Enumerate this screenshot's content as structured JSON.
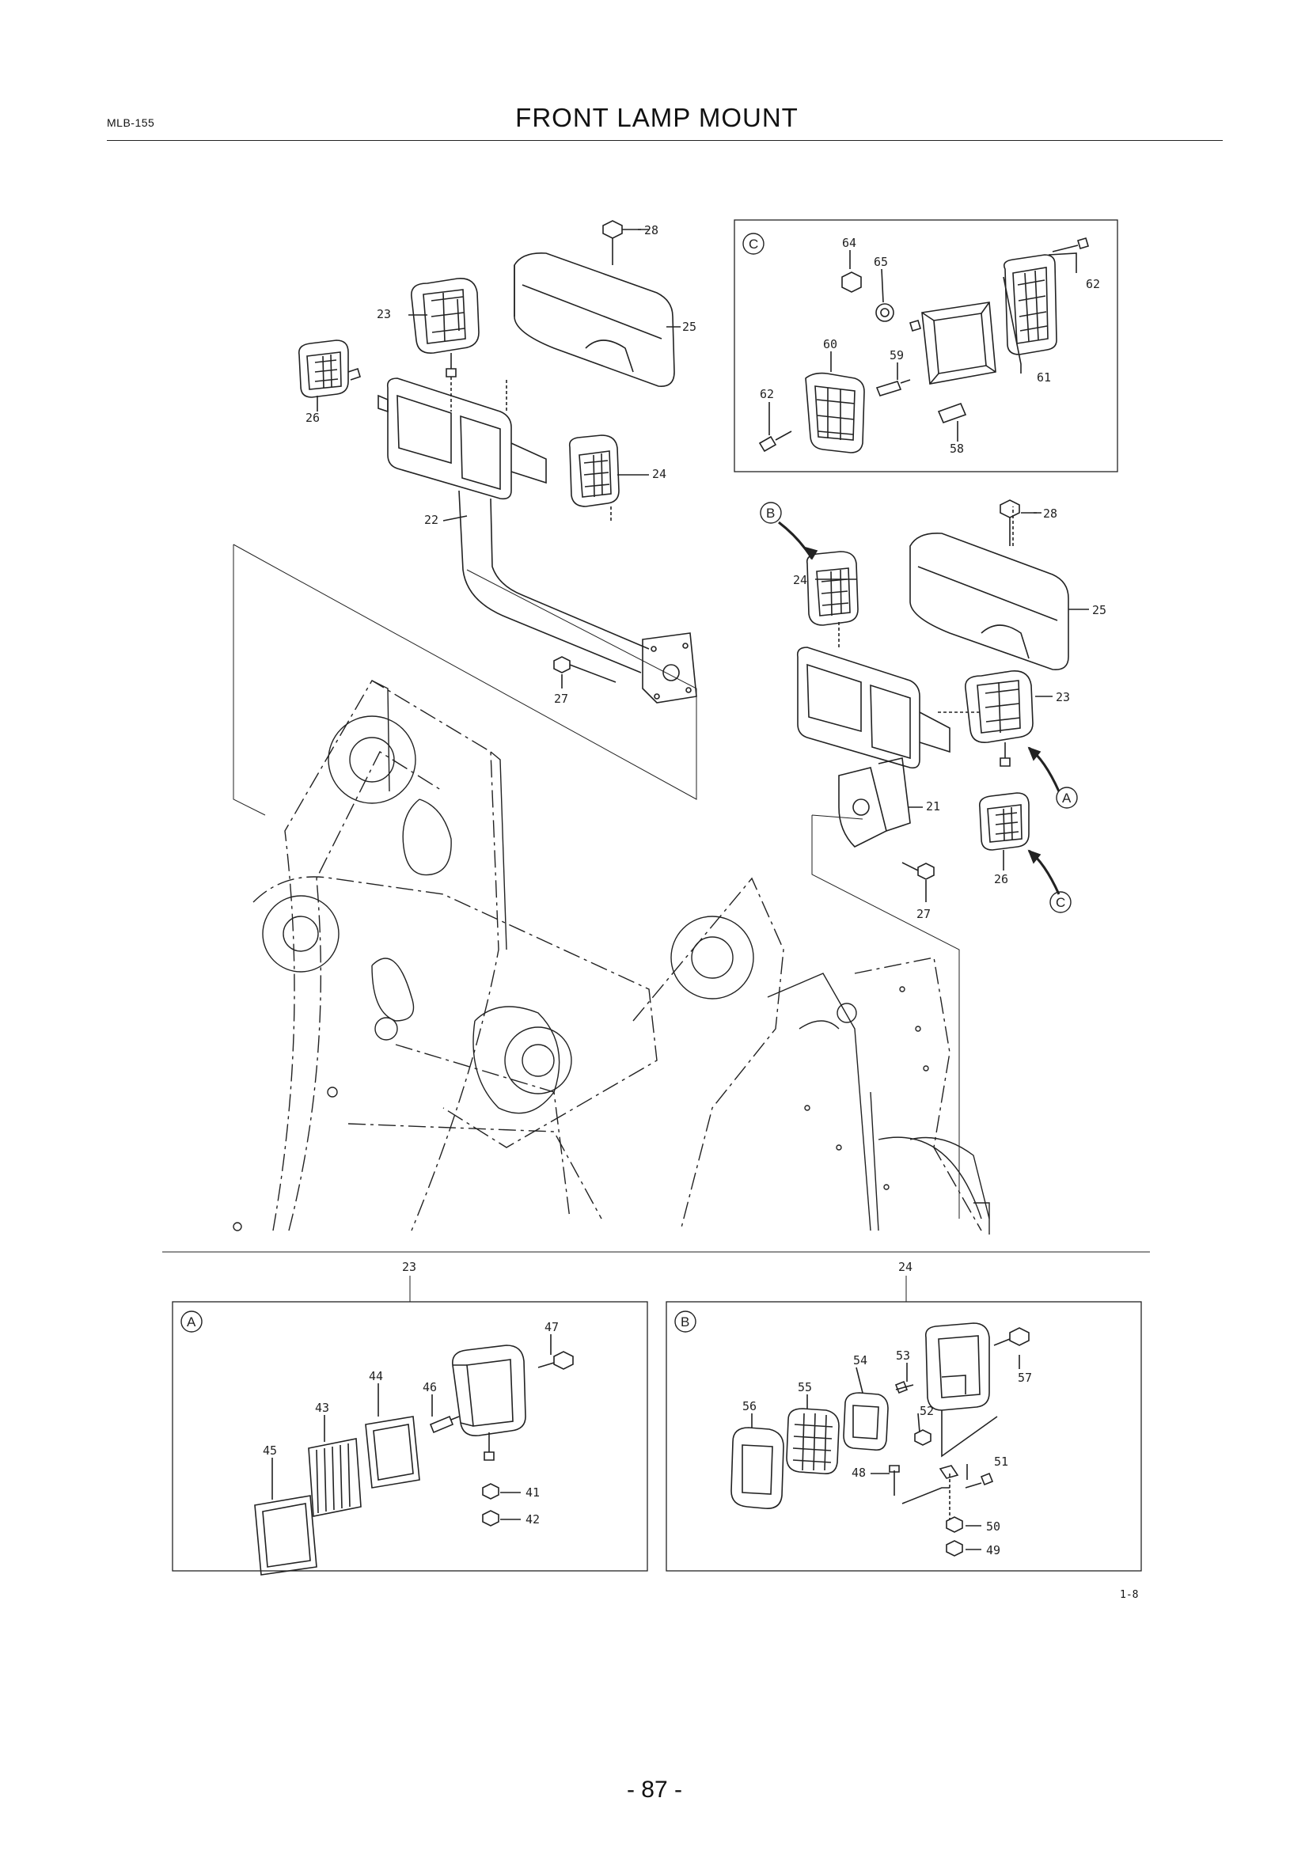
{
  "header": {
    "code": "MLB-155",
    "title": "FRONT LAMP MOUNT"
  },
  "callouts": {
    "main": {
      "c21": "21",
      "c22": "22",
      "c23": "23",
      "c24": "24",
      "c25": "25",
      "c26": "26",
      "c27": "27",
      "c28": "28",
      "r23": "23",
      "r24": "24",
      "r25": "25",
      "r26": "26",
      "r27": "27",
      "r28": "28"
    },
    "circle_markers": {
      "a": "A",
      "b": "B",
      "c": "C"
    },
    "detail_c": {
      "letter": "C",
      "p58": "58",
      "p59": "59",
      "p60": "60",
      "p61": "61",
      "p62a": "62",
      "p62b": "62",
      "p64": "64",
      "p65": "65"
    },
    "detail_a": {
      "letter": "A",
      "head": "23",
      "p41": "41",
      "p42": "42",
      "p43": "43",
      "p44": "44",
      "p45": "45",
      "p46": "46",
      "p47": "47"
    },
    "detail_b": {
      "letter": "B",
      "head": "24",
      "p48": "48",
      "p49": "49",
      "p50": "50",
      "p51": "51",
      "p52": "52",
      "p53": "53",
      "p54": "54",
      "p55": "55",
      "p56": "56",
      "p57": "57"
    }
  },
  "figure_code": "1-8",
  "page_number": "- 87 -"
}
